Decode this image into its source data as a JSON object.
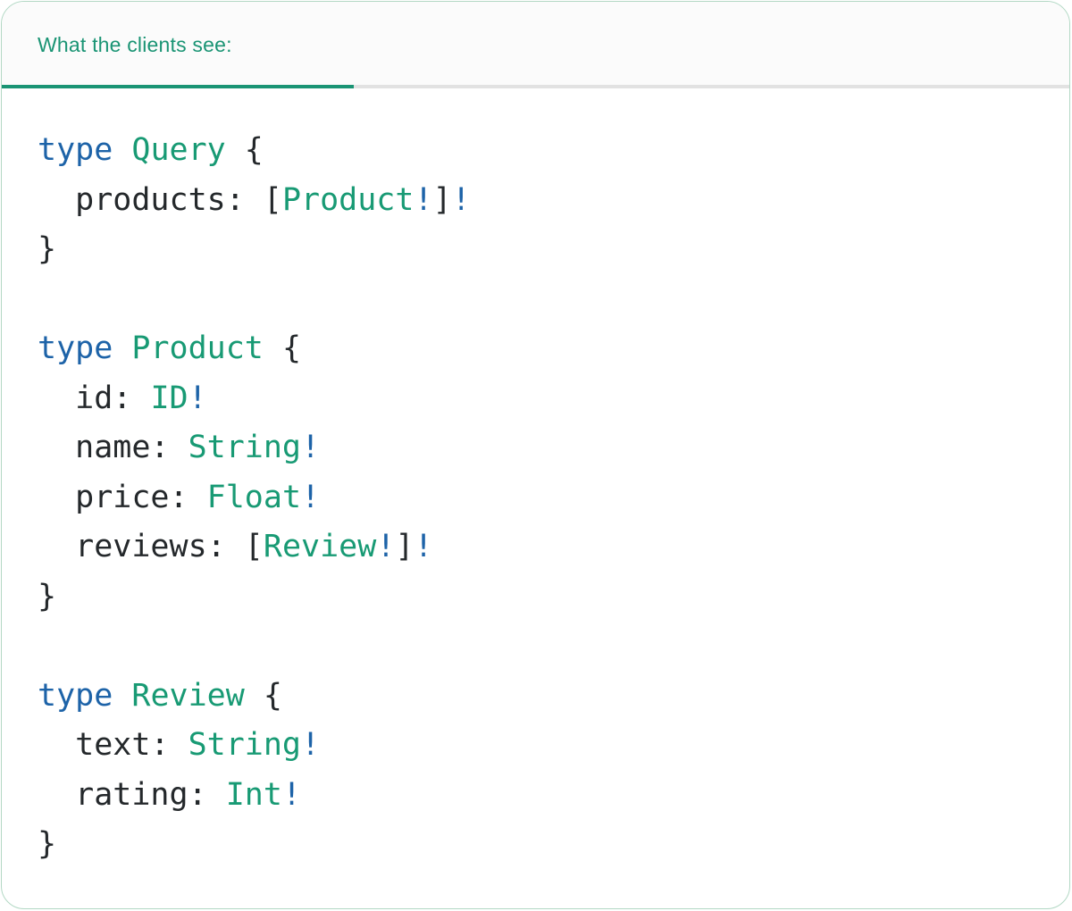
{
  "tab": {
    "label": "What the clients see:"
  },
  "colors": {
    "accent_green": "#1a9474",
    "type_green": "#189a74",
    "keyword_blue": "#1d63a8",
    "code_dark": "#24282b",
    "divider_gray": "#e2e2e2",
    "header_bg": "#fbfbfb",
    "card_border": "#b2d8c4",
    "card_bg": "#ffffff"
  },
  "code": {
    "plain_text": "type Query {\n  products: [Product!]!\n}\n\ntype Product {\n  id: ID!\n  name: String!\n  price: Float!\n  reviews: [Review!]!\n}\n\ntype Review {\n  text: String!\n  rating: Int!\n}",
    "lines": [
      [
        [
          "kw",
          "type"
        ],
        [
          "pl",
          " "
        ],
        [
          "ty",
          "Query"
        ],
        [
          "pl",
          " {"
        ]
      ],
      [
        [
          "pl",
          "  products: ["
        ],
        [
          "ty",
          "Product"
        ],
        [
          "kw",
          "!"
        ],
        [
          "pl",
          "]"
        ],
        [
          "kw",
          "!"
        ]
      ],
      [
        [
          "pl",
          "}"
        ]
      ],
      [],
      [
        [
          "kw",
          "type"
        ],
        [
          "pl",
          " "
        ],
        [
          "ty",
          "Product"
        ],
        [
          "pl",
          " {"
        ]
      ],
      [
        [
          "pl",
          "  id: "
        ],
        [
          "ty",
          "ID"
        ],
        [
          "kw",
          "!"
        ]
      ],
      [
        [
          "pl",
          "  name: "
        ],
        [
          "ty",
          "String"
        ],
        [
          "kw",
          "!"
        ]
      ],
      [
        [
          "pl",
          "  price: "
        ],
        [
          "ty",
          "Float"
        ],
        [
          "kw",
          "!"
        ]
      ],
      [
        [
          "pl",
          "  reviews: ["
        ],
        [
          "ty",
          "Review"
        ],
        [
          "kw",
          "!"
        ],
        [
          "pl",
          "]"
        ],
        [
          "kw",
          "!"
        ]
      ],
      [
        [
          "pl",
          "}"
        ]
      ],
      [],
      [
        [
          "kw",
          "type"
        ],
        [
          "pl",
          " "
        ],
        [
          "ty",
          "Review"
        ],
        [
          "pl",
          " {"
        ]
      ],
      [
        [
          "pl",
          "  text: "
        ],
        [
          "ty",
          "String"
        ],
        [
          "kw",
          "!"
        ]
      ],
      [
        [
          "pl",
          "  rating: "
        ],
        [
          "ty",
          "Int"
        ],
        [
          "kw",
          "!"
        ]
      ],
      [
        [
          "pl",
          "}"
        ]
      ]
    ]
  }
}
